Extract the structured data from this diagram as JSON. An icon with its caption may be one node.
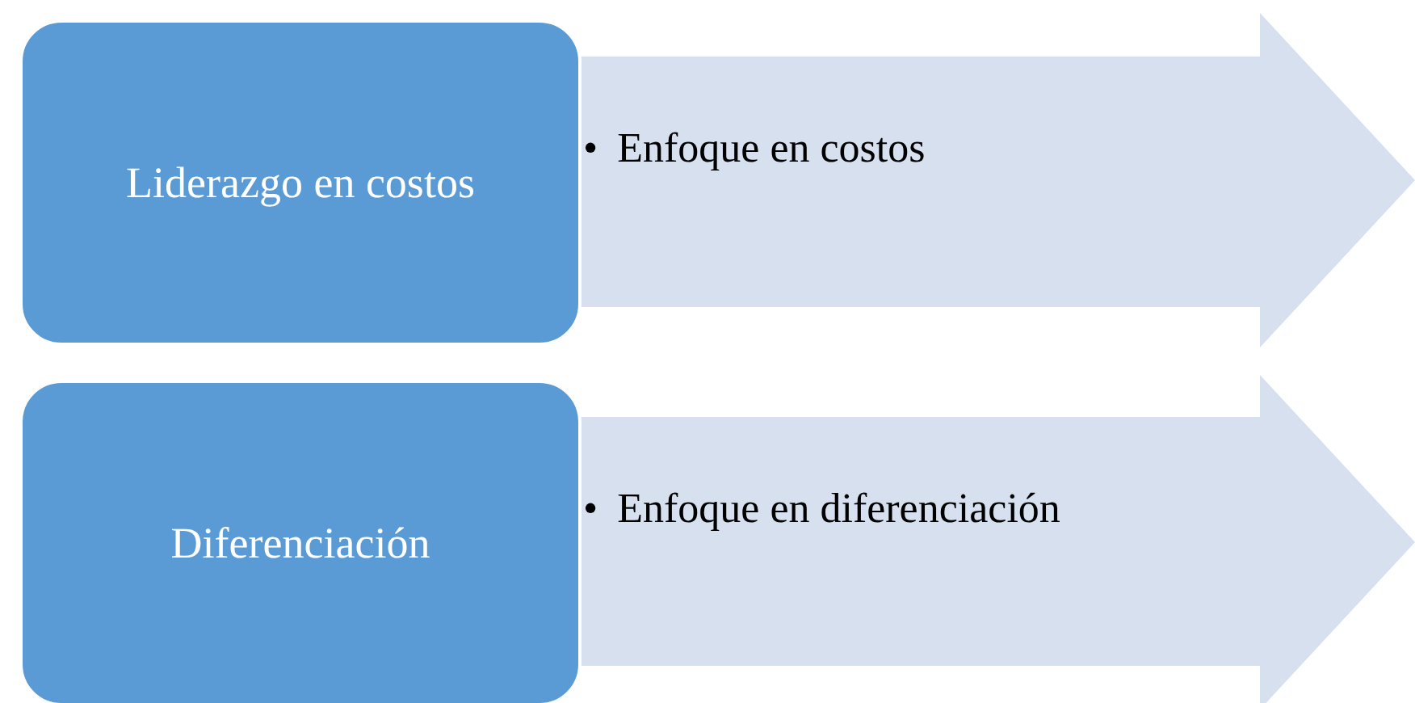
{
  "diagram": {
    "nodes": [
      {
        "text": [
          "Liderazgo en costos"
        ]
      },
      {
        "text": [
          "•",
          "Enfoque en costos"
        ]
      },
      {
        "text": [
          "Diferenciación"
        ]
      },
      {
        "text": [
          "•",
          "Enfoque en diferenciación"
        ]
      }
    ]
  }
}
